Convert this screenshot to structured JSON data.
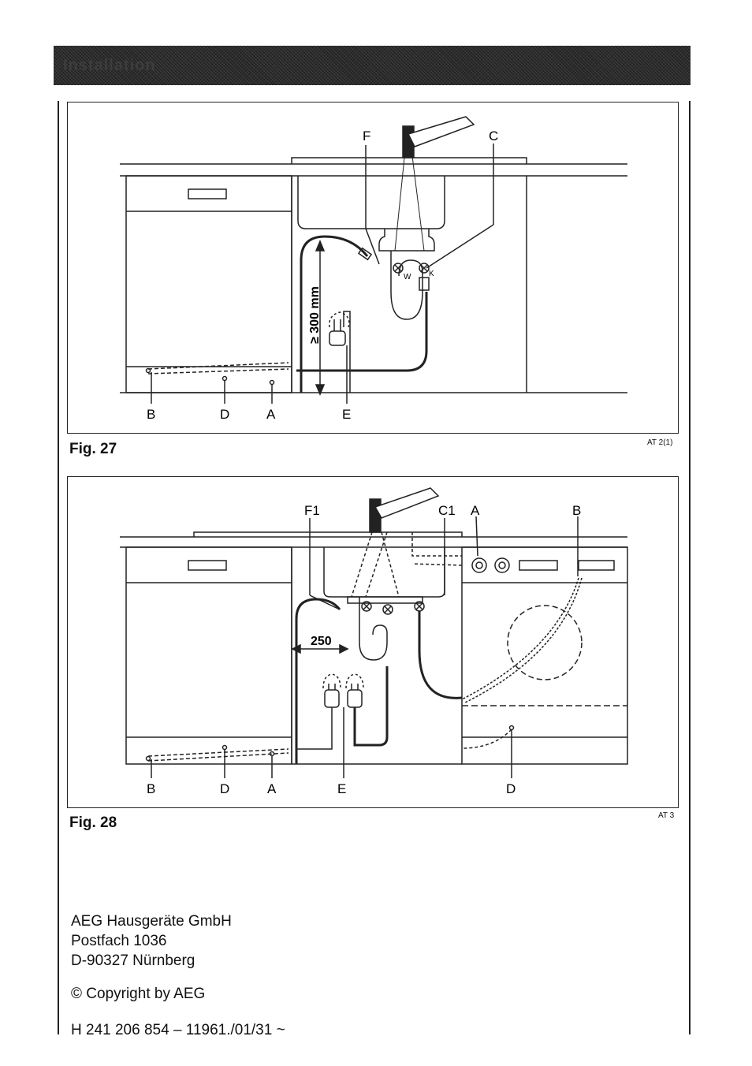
{
  "header": {
    "title": "Installation"
  },
  "fig27": {
    "caption": "Fig. 27",
    "code": "AT 2(1)",
    "labels": {
      "F": "F",
      "C": "C",
      "B": "B",
      "D": "D",
      "A": "A",
      "E": "E",
      "W": "W",
      "K": "K"
    },
    "dimension": "≥ 300 mm"
  },
  "fig28": {
    "caption": "Fig. 28",
    "code": "AT 3",
    "labels": {
      "F1": "F1",
      "C1": "C1",
      "A_top": "A",
      "B_top": "B",
      "B": "B",
      "D": "D",
      "A": "A",
      "E": "E",
      "D_right": "D"
    },
    "dimension": "250"
  },
  "footer": {
    "company": "AEG Hausgeräte GmbH",
    "postbox": "Postfach 1036",
    "city": "D-90327 Nürnberg",
    "copyright": "© Copyright by AEG",
    "doc_number": "H 241 206 854 – 11961./01/31 ~"
  }
}
